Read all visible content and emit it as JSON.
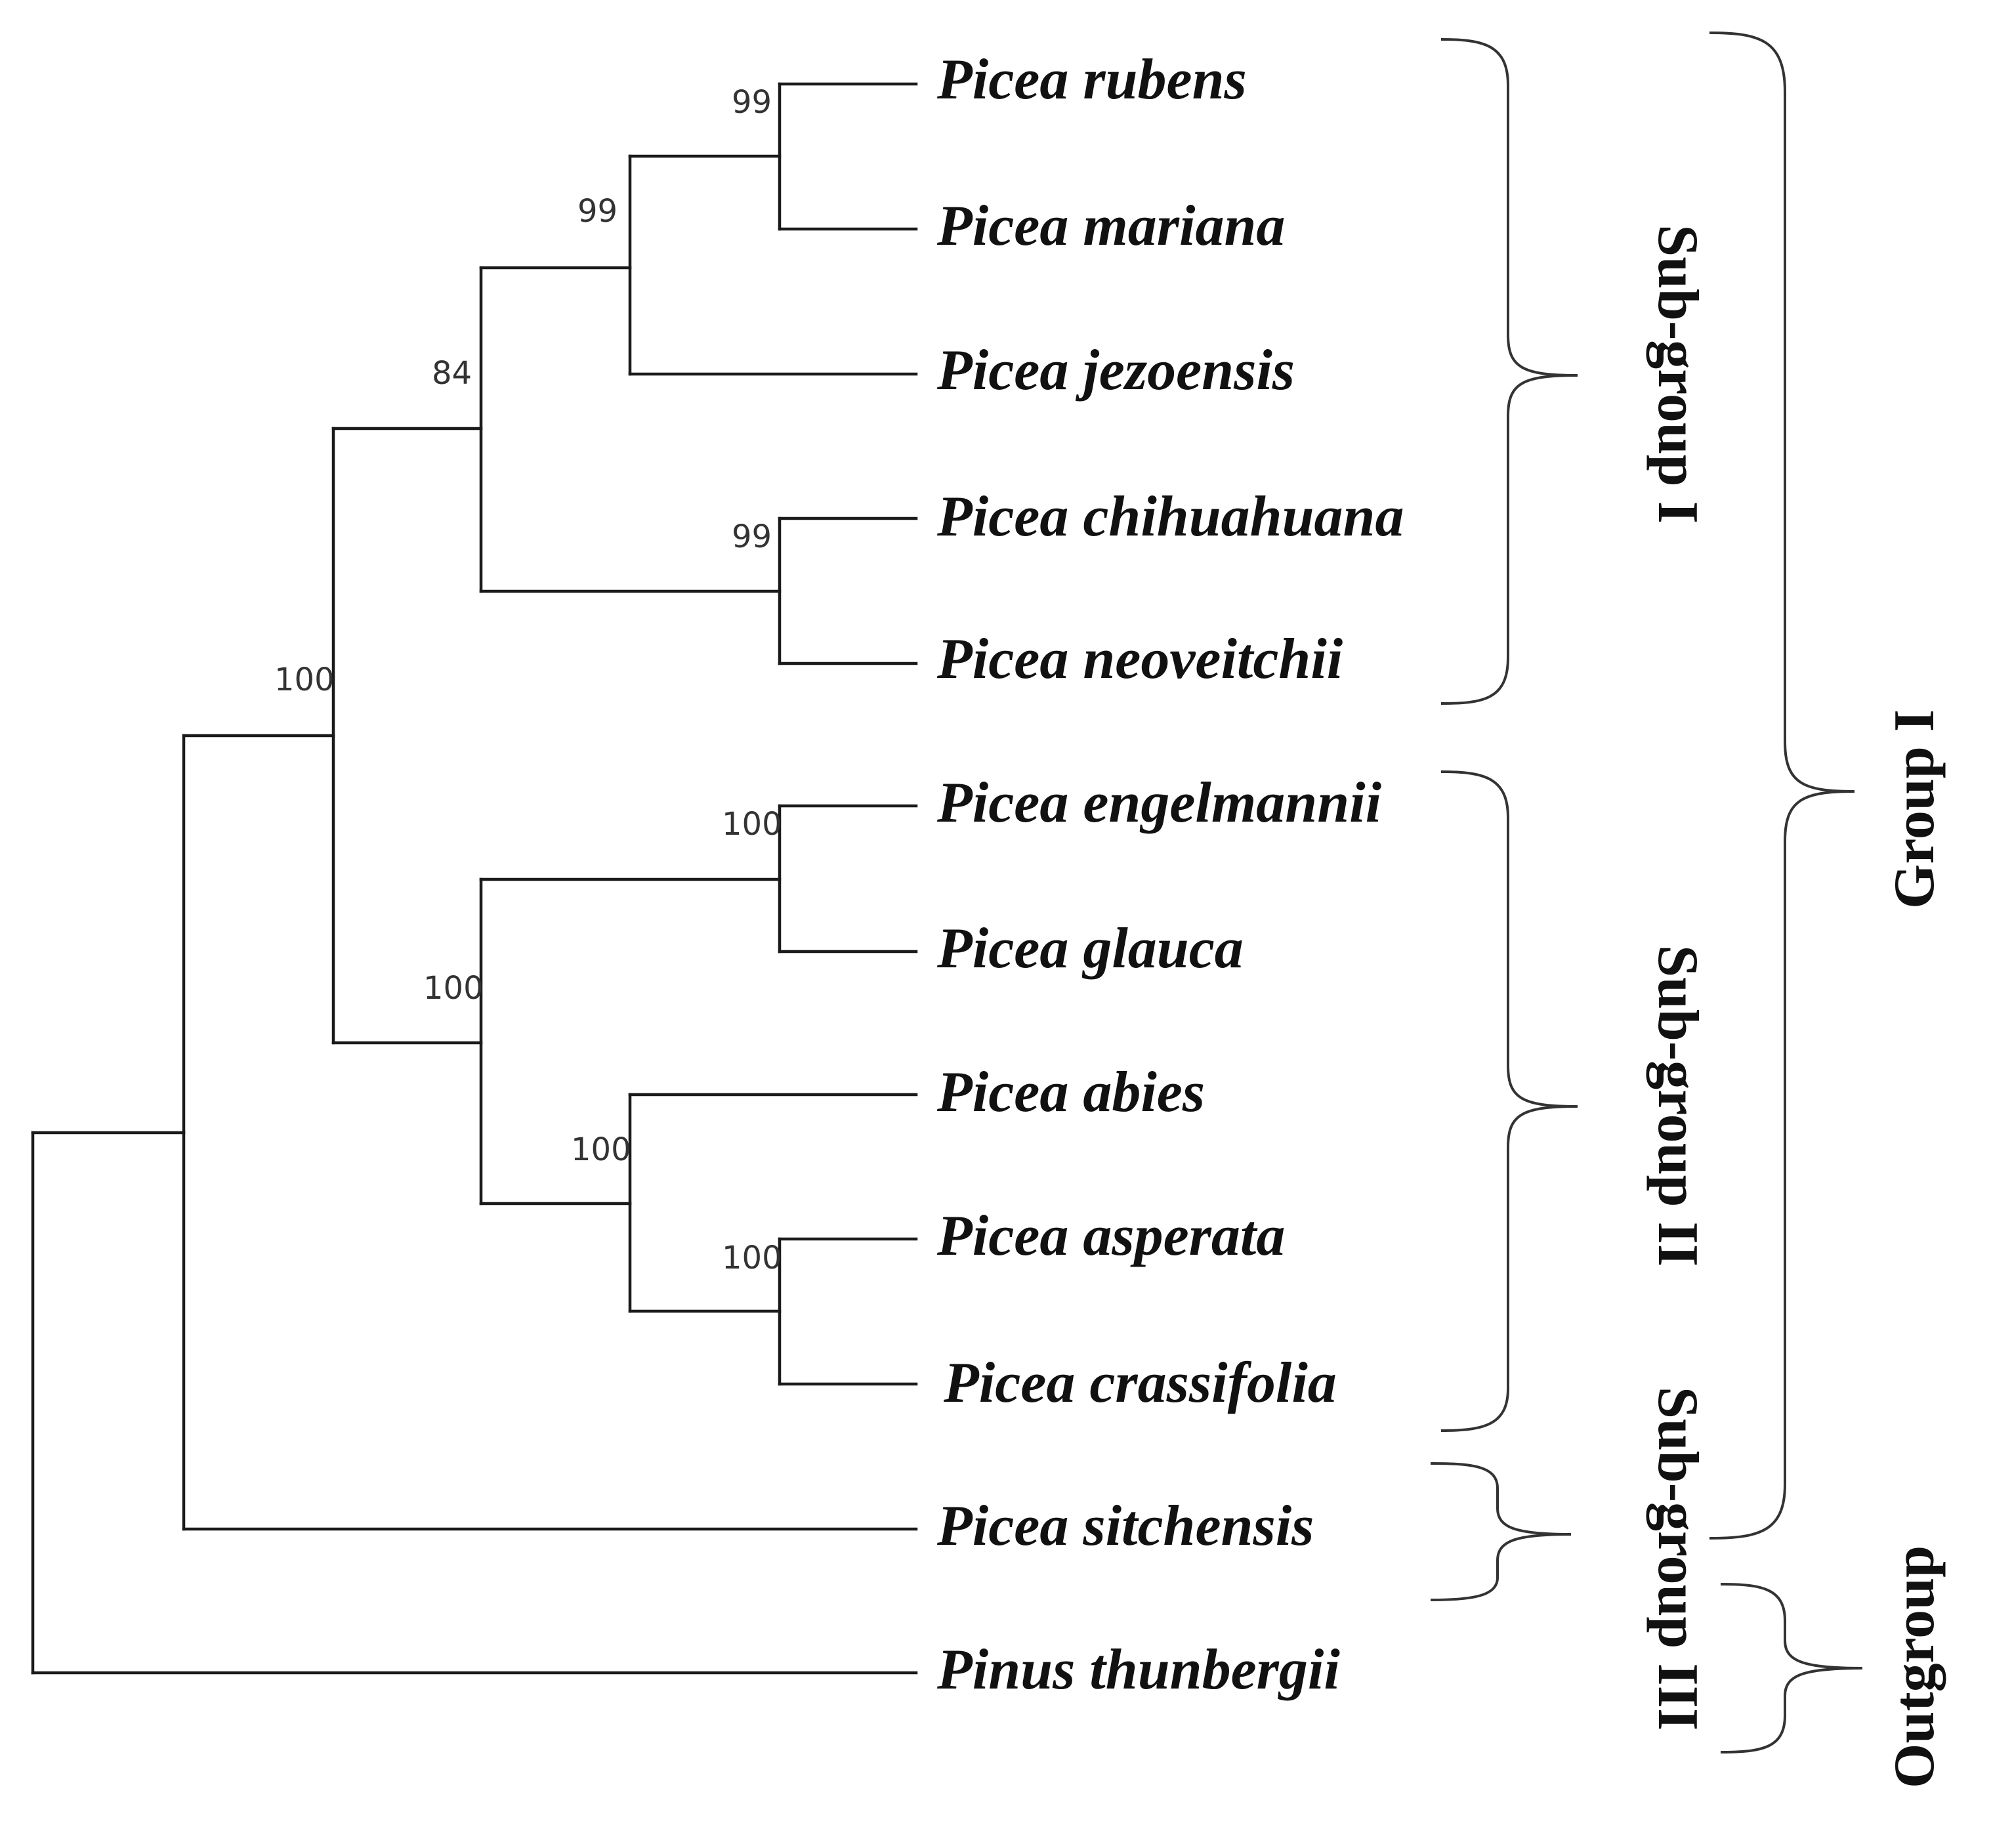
{
  "tree": {
    "taxa": [
      {
        "id": "rubens",
        "label": "Picea rubens"
      },
      {
        "id": "mariana",
        "label": "Picea mariana"
      },
      {
        "id": "jezoensis",
        "label": "Picea jezoensis"
      },
      {
        "id": "chihuahuana",
        "label": "Picea chihuahuana"
      },
      {
        "id": "neoveitchii",
        "label": "Picea neoveitchii"
      },
      {
        "id": "engelmannii",
        "label": "Picea engelmannii"
      },
      {
        "id": "glauca",
        "label": "Picea glauca"
      },
      {
        "id": "abies",
        "label": "Picea abies"
      },
      {
        "id": "asperata",
        "label": "Picea asperata"
      },
      {
        "id": "crassifolia",
        "label": "Picea crassifolia"
      },
      {
        "id": "sitchensis",
        "label": "Picea sitchensis"
      },
      {
        "id": "thunbergii",
        "label": "Pinus thunbergii"
      }
    ],
    "support_values": {
      "rubens_mariana": "99",
      "rub_mar_jez": "99",
      "chihuahuana_neoveitchii": "99",
      "subgroup_I": "84",
      "engelmannii_glauca": "100",
      "asperata_crassifolia": "100",
      "abies_asp_cra": "100",
      "subgroup_II": "100",
      "subgroups_I_II": "100"
    }
  },
  "groups": {
    "subgroup_I": "Sub-group I",
    "subgroup_II": "Sub-group II",
    "subgroup_III": "Sub-group III",
    "group_I": "Group I",
    "outgroup": "Outgroup"
  },
  "colors": {
    "line": "#1a1a1a",
    "brace": "#333333",
    "text": "#111111",
    "support": "#333333"
  }
}
